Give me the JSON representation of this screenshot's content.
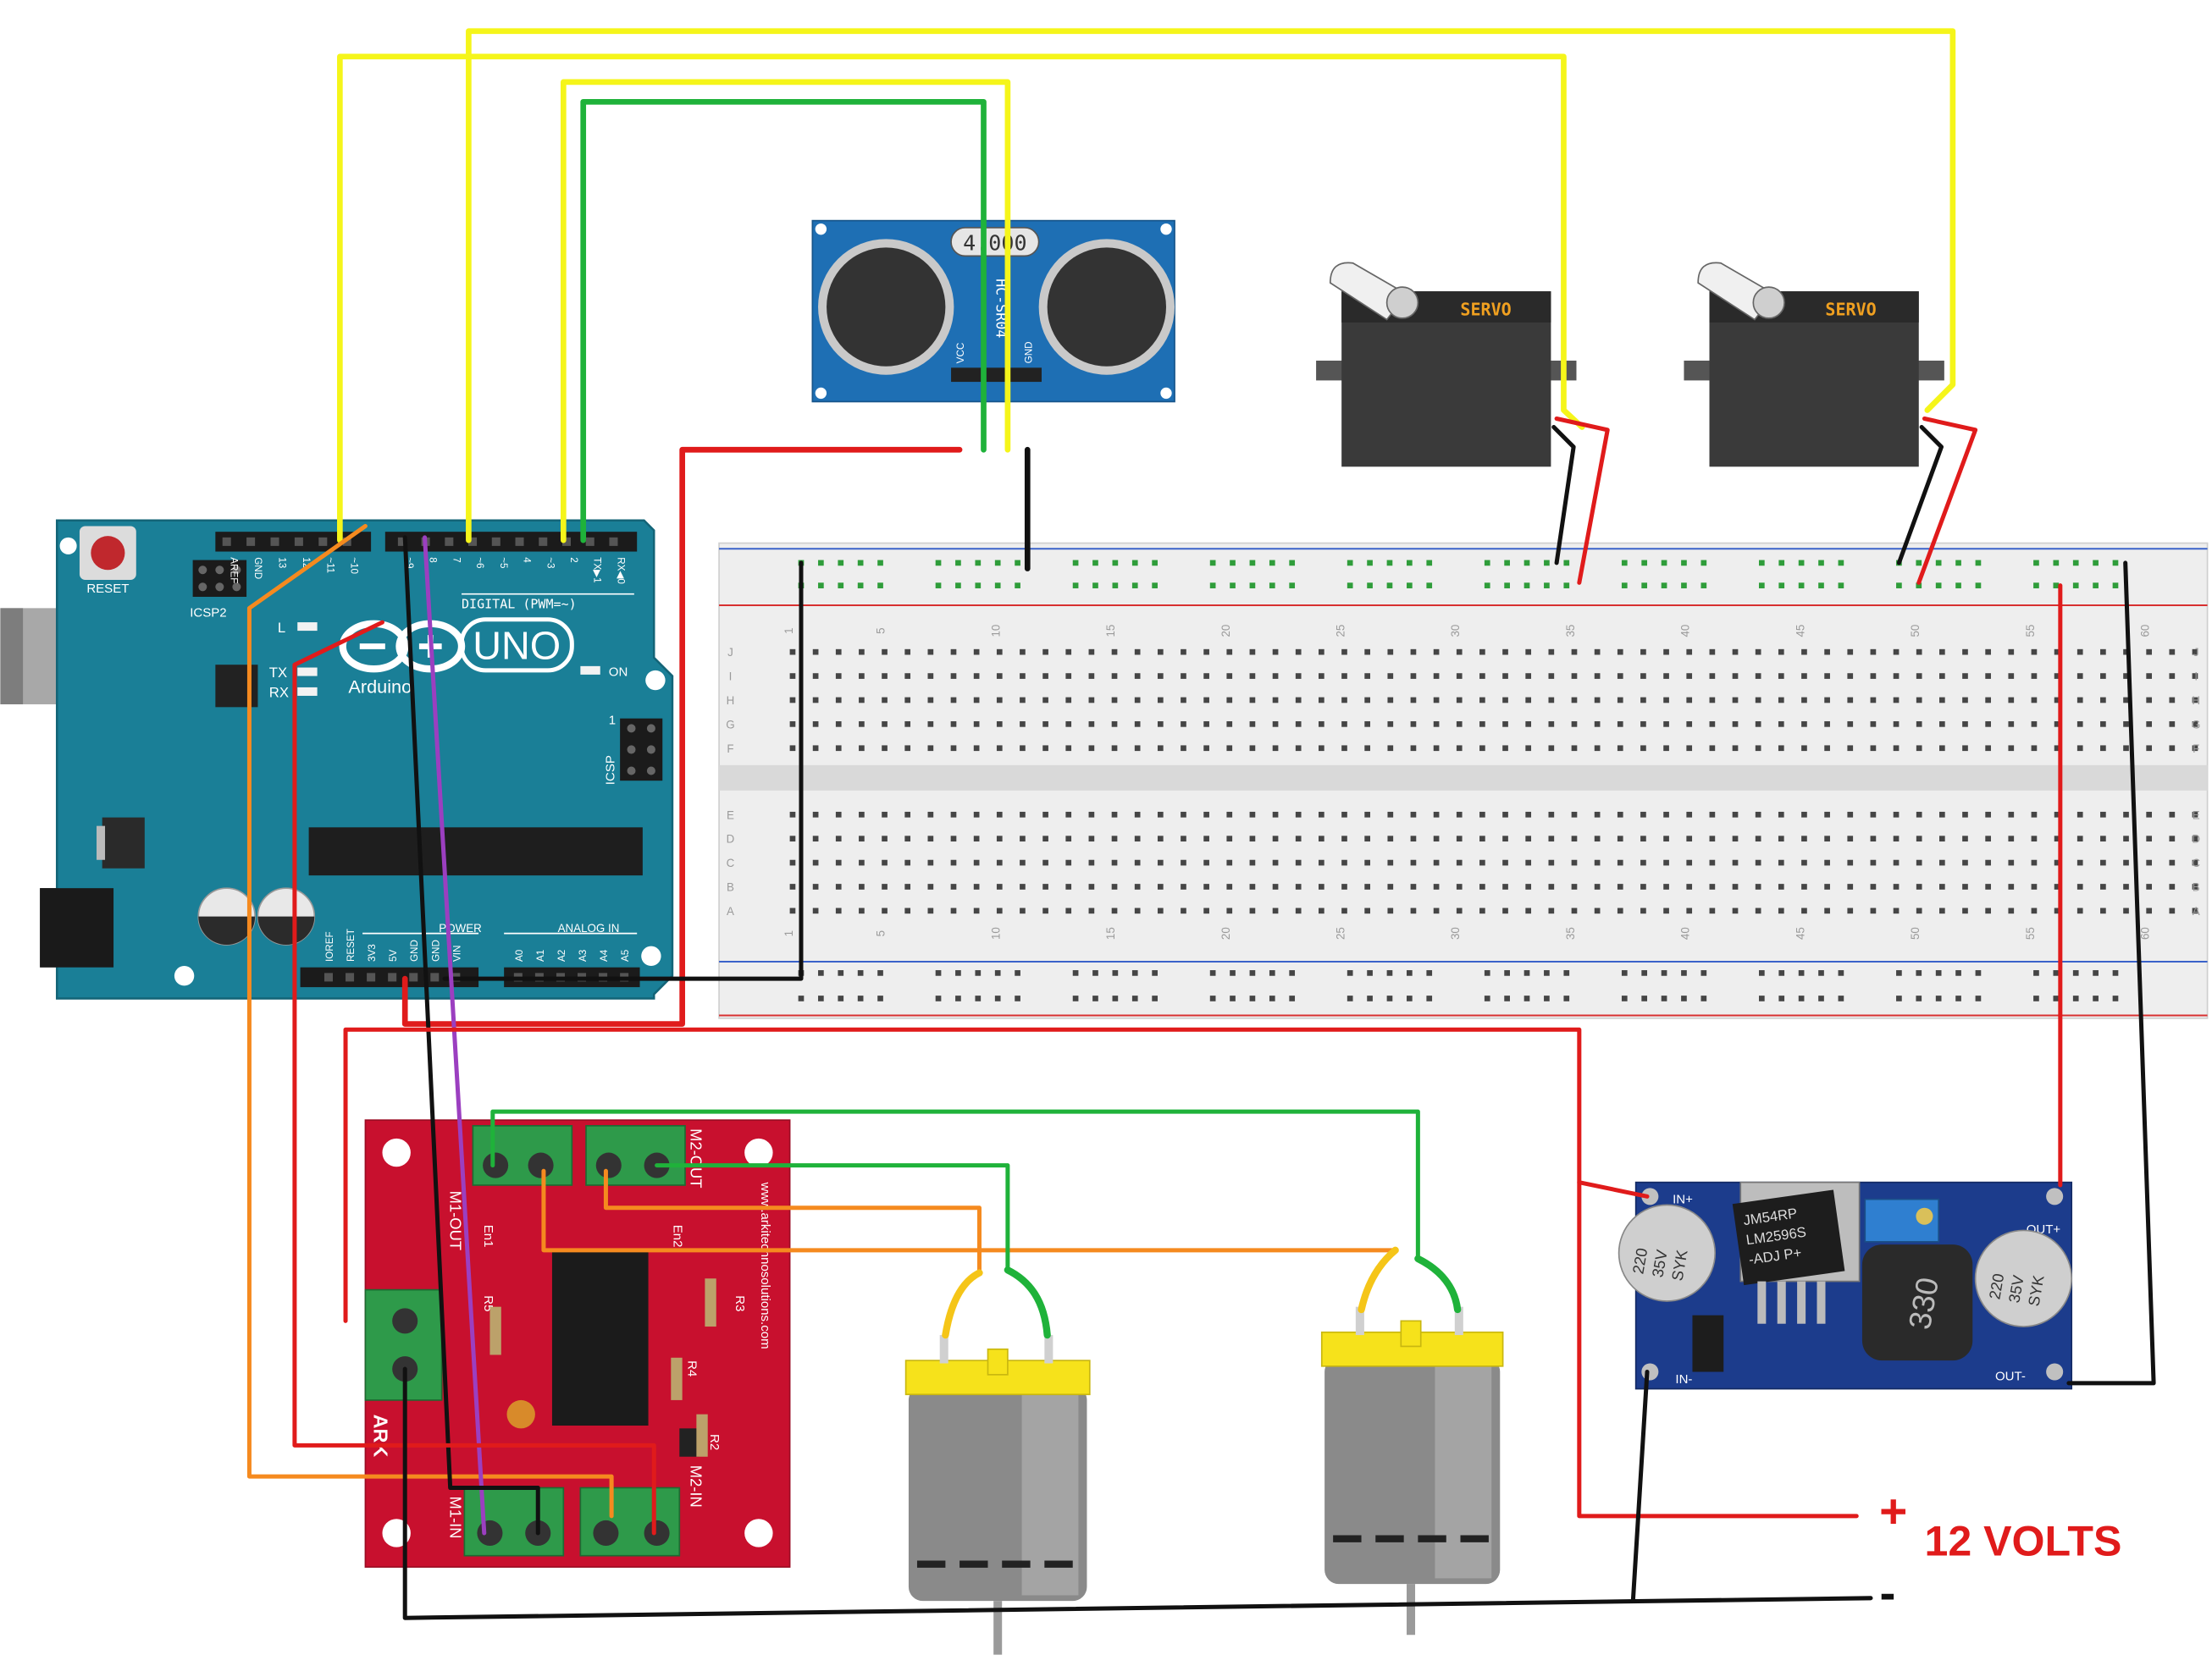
{
  "arduino": {
    "reset_label": "RESET",
    "icsp2_label": "ICSP2",
    "icsp_label": "ICSP",
    "uno_text": "UNO",
    "brand_text": "Arduino",
    "digital_label": "DIGITAL (PWM=~)",
    "power_label": "POWER",
    "analog_label": "ANALOG IN",
    "led_l": "L",
    "led_tx": "TX",
    "led_rx": "RX",
    "led_on": "ON",
    "icsp_pin1": "1",
    "top_header_pins": [
      "AREF",
      "GND",
      "13",
      "12",
      "~11",
      "~10",
      "~9",
      "8",
      "7",
      "~6",
      "~5",
      "4",
      "~3",
      "2",
      "TX▶1",
      "RX◀0"
    ],
    "power_pins": [
      "IOREF",
      "RESET",
      "3V3",
      "5V",
      "GND",
      "GND",
      "VIN"
    ],
    "analog_pins": [
      "A0",
      "A1",
      "A2",
      "A3",
      "A4",
      "A5"
    ]
  },
  "ultrasonic": {
    "crystal_text": "4.000",
    "model_text": "HC-SR04",
    "pin_vcc": "VCC",
    "pin_gnd": "GND"
  },
  "servos": [
    {
      "label": "SERVO"
    },
    {
      "label": "SERVO"
    }
  ],
  "breadboard": {
    "column_numbers": [
      "1",
      "5",
      "10",
      "15",
      "20",
      "25",
      "30",
      "35",
      "40",
      "45",
      "50",
      "55",
      "60"
    ],
    "row_letters_top": [
      "J",
      "I",
      "H",
      "G",
      "F"
    ],
    "row_letters_bottom": [
      "E",
      "D",
      "C",
      "B",
      "A"
    ]
  },
  "motor_driver": {
    "m1_out": "M1-OUT",
    "m2_out": "M2-OUT",
    "m1_in": "M1-IN",
    "m2_in": "M2-IN",
    "en1": "En1",
    "en2": "En2",
    "r5": "R5",
    "r3": "R3",
    "r4": "R4",
    "r2": "R2",
    "website": "www.arkitechnosolutions.com",
    "brand": "ARK"
  },
  "buck_converter": {
    "in_plus": "IN+",
    "in_minus": "IN-",
    "out_plus": "OUT+",
    "out_minus": "OUT-",
    "chip_line1": "LM2596S",
    "chip_line2": "-ADJ P+",
    "chip_brand": "JM54RP",
    "inductor": "330",
    "cap_left_lines": [
      "220",
      "35V",
      "SYK"
    ],
    "cap_right_lines": [
      "220",
      "35V",
      "SYK"
    ]
  },
  "power_supply": {
    "plus_symbol": "+",
    "minus_symbol": "-",
    "voltage_label": "12 VOLTS"
  },
  "colors": {
    "arduino_board": "#1a7f97",
    "sensor_board": "#1e6fb4",
    "servo_body": "#3a3a3a",
    "servo_label": "#f0a020",
    "breadboard": "#eeeeee",
    "driver_board": "#c8102e",
    "buck_board": "#1c3c8c",
    "motor_cap": "#f6e21b",
    "motor_body": "#8a8a8a",
    "wire_yellow": "#f5f51a",
    "wire_green": "#1fb23a",
    "wire_red": "#e01b1b",
    "wire_black": "#111111",
    "wire_orange": "#f58a1f",
    "wire_purple": "#9b3fc0",
    "voltage_text": "#e01b1b"
  }
}
